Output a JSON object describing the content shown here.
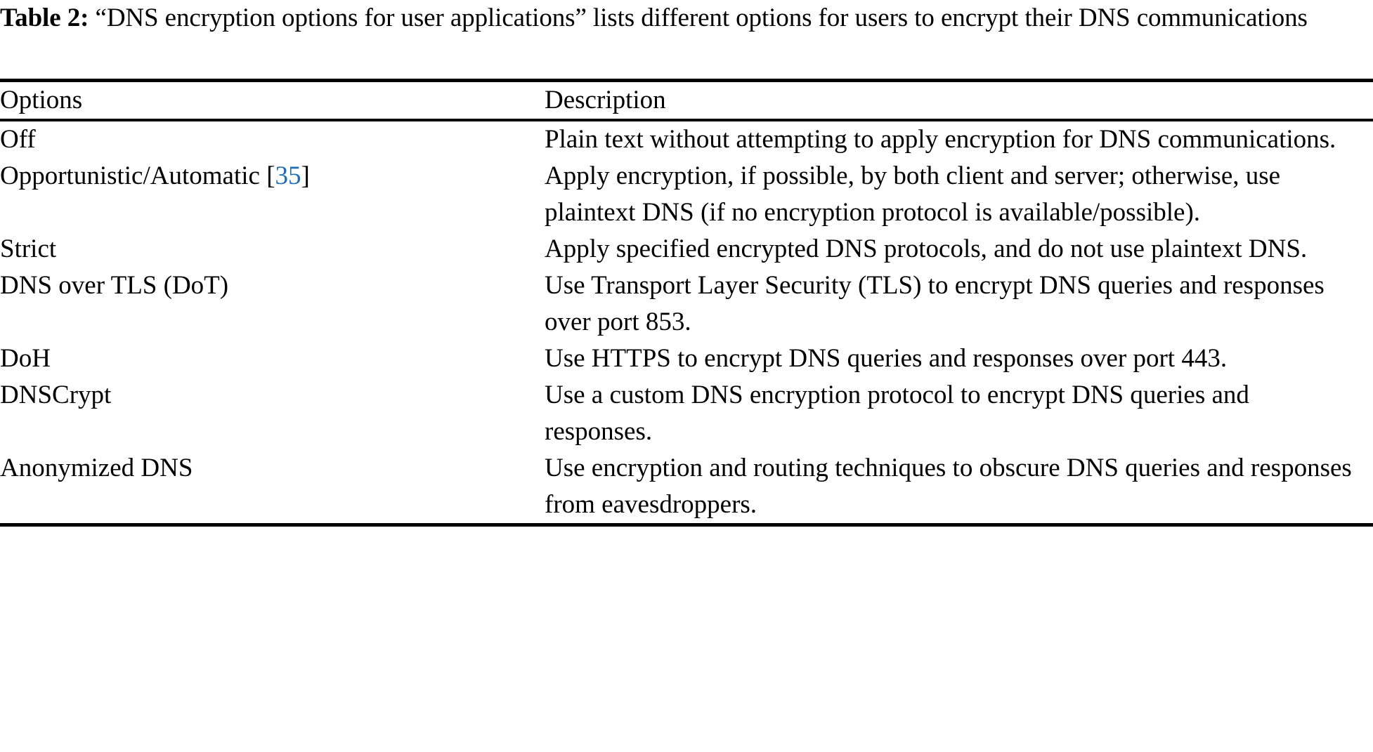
{
  "caption": {
    "label": "Table 2:",
    "text": " “DNS encryption options for user applications” lists different options for users to encrypt their DNS communications"
  },
  "table": {
    "columns": [
      {
        "key": "options",
        "header": "Options"
      },
      {
        "key": "description",
        "header": "Description"
      }
    ],
    "rows": [
      {
        "option": "Off",
        "citation": null,
        "description": "Plain text without attempting to apply encryption for DNS communications."
      },
      {
        "option": "Opportunistic/Automatic",
        "citation": "35",
        "description": "Apply encryption, if possible, by both client and server; otherwise, use plaintext DNS (if no encryption protocol is available/possible)."
      },
      {
        "option": "Strict",
        "citation": null,
        "description": "Apply specified encrypted DNS protocols, and do not use plaintext DNS."
      },
      {
        "option": "DNS over TLS (DoT)",
        "citation": null,
        "description": "Use Transport Layer Security (TLS) to encrypt DNS queries and responses over port 853."
      },
      {
        "option": "DoH",
        "citation": null,
        "description": "Use HTTPS to encrypt DNS queries and responses over port 443."
      },
      {
        "option": "DNSCrypt",
        "citation": null,
        "description": "Use a custom DNS encryption protocol to encrypt DNS queries and responses."
      },
      {
        "option": "Anonymized DNS",
        "citation": null,
        "description": "Use encryption and routing techniques to obscure DNS queries and responses from eavesdroppers."
      }
    ]
  },
  "colors": {
    "text": "#000000",
    "rule": "#000000",
    "citation_link": "#1c6cb8",
    "background": "#ffffff"
  }
}
